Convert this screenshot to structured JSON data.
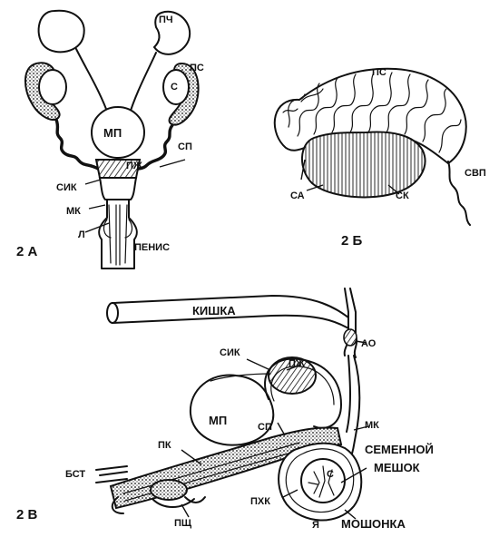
{
  "colors": {
    "ink": "#111111",
    "paper": "#ffffff"
  },
  "panel_a": {
    "caption": "2 А",
    "labels": {
      "pch": "ПЧ",
      "ps": "ПС",
      "s": "С",
      "mp": "МП",
      "sp": "СП",
      "pzh": "ПЖ",
      "sik": "СИК",
      "mk": "МК",
      "l": "Л",
      "penis": "ПЕНИС"
    }
  },
  "panel_b": {
    "caption": "2 Б",
    "labels": {
      "ps": "ПС",
      "sa": "СА",
      "sk": "СК",
      "svp": "СВП"
    }
  },
  "panel_c": {
    "caption": "2 В",
    "labels": {
      "kishka": "КИШКА",
      "ao": "АО",
      "sik": "СИК",
      "pzh": "ПЖ",
      "mp": "МП",
      "sp": "СП",
      "mk": "МК",
      "pk": "ПК",
      "seminal_sac_1": "СЕМЕННОЙ",
      "seminal_sac_2": "МЕШОК",
      "bst": "БСТ",
      "s": "С",
      "phk": "ПХК",
      "psch": "ПЩ",
      "ya": "Я",
      "scrotum": "МОШОНКА"
    }
  }
}
